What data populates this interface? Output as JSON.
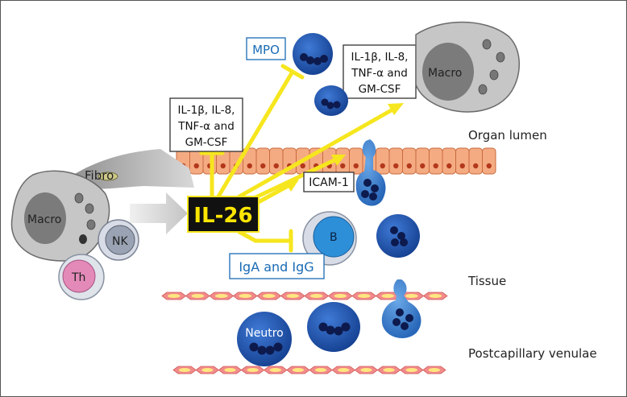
{
  "labels": {
    "center": "IL-26",
    "mpo": "MPO",
    "cytokines_left_l1": "IL-1β, IL-8,",
    "cytokines_left_l2": "TNF-α and",
    "cytokines_left_l3": "GM-CSF",
    "cytokines_right_l1": "IL-1β, IL-8,",
    "cytokines_right_l2": "TNF-α and",
    "cytokines_right_l3": "GM-CSF",
    "icam": "ICAM-1",
    "iga_igg": "IgA and IgG",
    "fibro": "Fibro",
    "macro_left": "Macro",
    "macro_right": "Macro",
    "nk": "NK",
    "th": "Th",
    "b_cell": "B",
    "neutro": "Neutro",
    "organ_lumen": "Organ lumen",
    "tissue": "Tissue",
    "postcapillary": "Postcapillary venulae"
  },
  "colors": {
    "arrow_yellow": "#f6e61e",
    "il26_box": "#111111",
    "il26_text": "#ffe600",
    "blue_label": "#1a6bb5",
    "epithelium": "#f5ab82",
    "nucleus_red": "#b3381c",
    "vessel": "#f28b8b",
    "vessel_nucleus": "#ffe680",
    "neutrophil": "#1f4fa8",
    "neutro_nucleus": "#0d1a4d",
    "macro_gray": "#c9c9c9"
  }
}
